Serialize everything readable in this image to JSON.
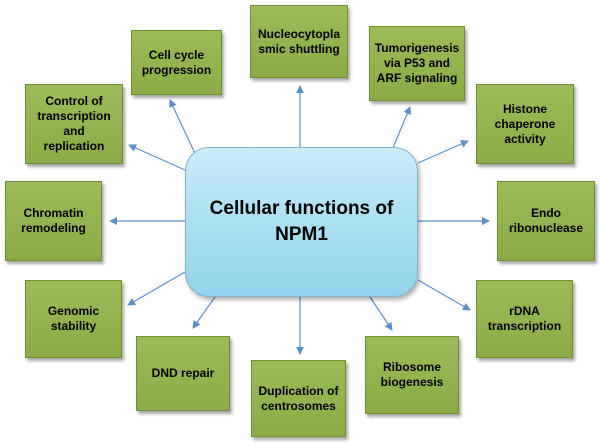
{
  "center": {
    "label": "Cellular functions of\nNPM1"
  },
  "colors": {
    "box_fill": "#9bbb59",
    "center_fill": "#b7e3f4",
    "arrow": "#5b8fc9"
  },
  "functions": [
    {
      "id": "cell-cycle",
      "label": "Cell cycle\nprogression"
    },
    {
      "id": "nucleocytoplasmic",
      "label": "Nucleocytopla\nsmic shuttling"
    },
    {
      "id": "tumorigenesis",
      "label": "Tumorigenesis\nvia P53 and\nARF signaling"
    },
    {
      "id": "control-transcription",
      "label": "Control of\ntranscription\nand\nreplication"
    },
    {
      "id": "histone-chaperone",
      "label": "Histone\nchaperone\nactivity"
    },
    {
      "id": "chromatin",
      "label": "Chromatin\nremodeling"
    },
    {
      "id": "endo-ribonuclease",
      "label": "Endo\nribonuclease"
    },
    {
      "id": "genomic-stability",
      "label": "Genomic\nstability"
    },
    {
      "id": "rdna-transcription",
      "label": "rDNA\ntranscription"
    },
    {
      "id": "dnd-repair",
      "label": "DND repair"
    },
    {
      "id": "ribosome-biogenesis",
      "label": "Ribosome\nbiogenesis"
    },
    {
      "id": "duplication-centrosomes",
      "label": "Duplication of\ncentrosomes"
    }
  ]
}
